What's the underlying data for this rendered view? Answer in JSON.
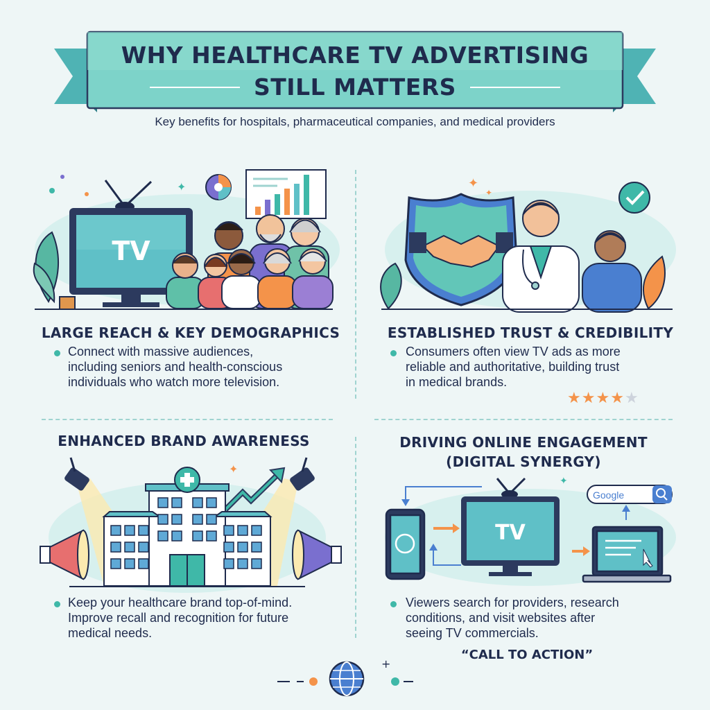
{
  "header": {
    "title_line1": "WHY HEALTHCARE TV ADVERTISING",
    "title_line2": "STILL MATTERS",
    "subtitle": "Key benefits for hospitals, pharmaceutical companies, and medical providers"
  },
  "sections": [
    {
      "heading": "LARGE REACH & KEY DEMOGRAPHICS",
      "lines": [
        "Connect with massive audiences,",
        "including seniors and health-conscious",
        "individuals who watch more television."
      ],
      "tv_label": "TV"
    },
    {
      "heading": "ESTABLISHED TRUST & CREDIBILITY",
      "lines": [
        "Consumers often view TV ads as more",
        "reliable and authoritative, building trust",
        "in medical brands."
      ],
      "rating": 4
    },
    {
      "heading": "ENHANCED BRAND AWARENESS",
      "lines": [
        "Keep your healthcare brand top-of-mind.",
        "Improve recall and recognition for future",
        "medical needs."
      ]
    },
    {
      "heading_line1": "DRIVING ONLINE ENGAGEMENT",
      "heading_line2": "(DIGITAL SYNERGY)",
      "lines": [
        "Viewers search for providers, research",
        "conditions, and visit websites after",
        "seeing TV commercials."
      ],
      "cta": "“CALL TO ACTION”",
      "tv_label": "TV",
      "search_text": "Google"
    }
  ],
  "colors": {
    "banner": "#5fc3c0",
    "banner_dark": "#3e9aa4",
    "accent_teal": "#3fb8a8",
    "navy": "#1f2b4d",
    "orange": "#f4934a",
    "purple": "#7a6fcf"
  },
  "icons": [
    "tv-icon",
    "handshake-shield-icon",
    "doctor-icon",
    "hospital-icon",
    "megaphone-icon",
    "spotlight-icon",
    "smartphone-icon",
    "laptop-icon",
    "search-icon",
    "globe-icon",
    "checkmark-icon",
    "star-icon",
    "pie-chart-icon",
    "bar-chart-icon",
    "trend-arrow-icon"
  ]
}
